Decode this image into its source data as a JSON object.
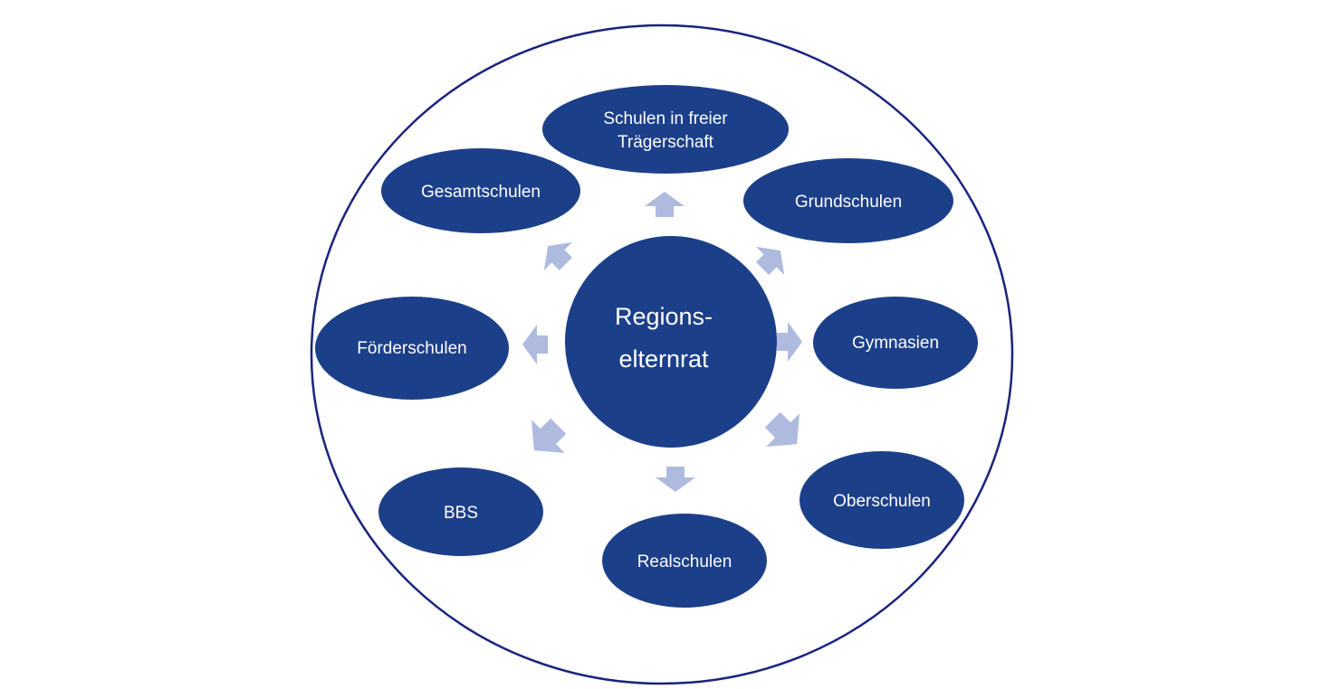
{
  "colors": {
    "node_fill": "#1c3f8a",
    "arrow_fill": "#aebbdf",
    "outer_stroke": "#1a237e",
    "text": "#ffffff"
  },
  "center": {
    "line1": "Regions-",
    "line2": "elternrat"
  },
  "nodes": {
    "traegerschaft": {
      "line1": "Schulen in freier",
      "line2": "Trägerschaft"
    },
    "grundschulen": {
      "label": "Grundschulen"
    },
    "gymnasien": {
      "label": "Gymnasien"
    },
    "oberschulen": {
      "label": "Oberschulen"
    },
    "realschulen": {
      "label": "Realschulen"
    },
    "bbs": {
      "label": "BBS"
    },
    "foerderschulen": {
      "label": "Förderschulen"
    },
    "gesamtschulen": {
      "label": "Gesamtschulen"
    }
  }
}
